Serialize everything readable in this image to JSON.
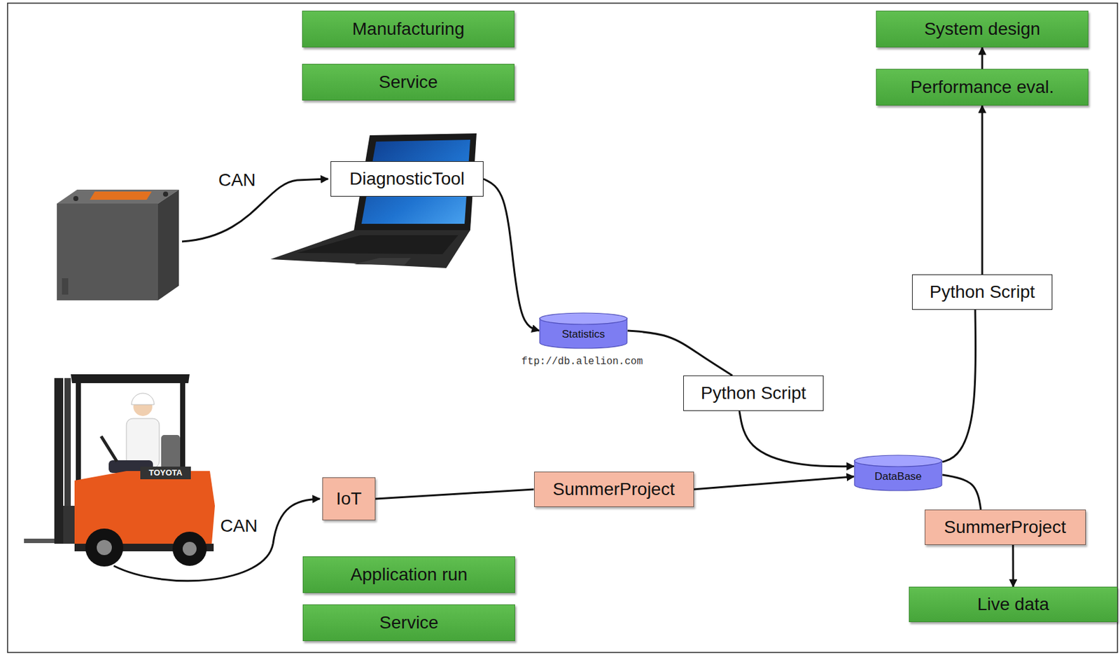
{
  "diagram": {
    "nodes": [
      {
        "text": [
          "Manufacturing"
        ]
      },
      {
        "text": [
          "System design"
        ]
      },
      {
        "text": [
          "Service"
        ]
      },
      {
        "text": [
          "Performance eval."
        ]
      },
      {
        "text": [
          "DiagnosticTool"
        ]
      },
      {
        "text": [
          "Python Script"
        ]
      },
      {
        "text": [
          "Statistics"
        ]
      },
      {
        "text": [
          "Python Script"
        ]
      },
      {
        "text": [
          "DataBase"
        ]
      },
      {
        "text": [
          "IoT"
        ]
      },
      {
        "text": [
          "SummerProject"
        ]
      },
      {
        "text": [
          "SummerProject"
        ]
      },
      {
        "text": [
          "Application run"
        ]
      },
      {
        "text": [
          "Live data"
        ]
      },
      {
        "text": [
          "Service"
        ]
      }
    ],
    "edges": [
      {
        "from": 4,
        "to": 6,
        "arrow": "to"
      },
      {
        "from": 6,
        "to": 7,
        "arrow": "none"
      },
      {
        "from": 7,
        "to": 8,
        "arrow": "to"
      },
      {
        "from": 9,
        "to": 10,
        "arrow": "none"
      },
      {
        "from": 10,
        "to": 8,
        "arrow": "to"
      },
      {
        "from": 8,
        "to": 5,
        "arrow": "none"
      },
      {
        "from": 5,
        "to": 3,
        "arrow": "to"
      },
      {
        "from": 3,
        "to": 1,
        "arrow": "to"
      },
      {
        "from": 8,
        "to": 11,
        "arrow": "none"
      },
      {
        "from": 11,
        "to": 13,
        "arrow": "to"
      }
    ],
    "labels": [
      "CAN",
      "ftp://db.alelion.com",
      "TOYOTA",
      "CAN"
    ]
  }
}
